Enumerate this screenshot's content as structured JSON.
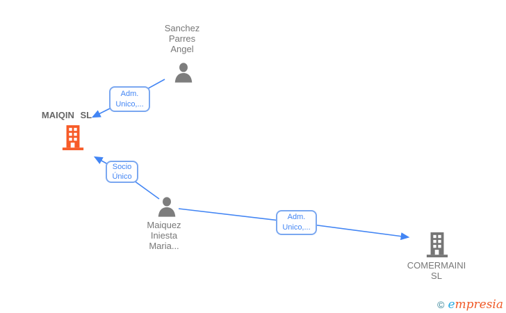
{
  "diagram": {
    "type": "corporate-relationship-graph",
    "nodes": {
      "person_sanchez": {
        "type": "person",
        "label": "Sanchez\nParres\nAngel"
      },
      "company_maiqin": {
        "type": "company",
        "label": "MAIQIN SL",
        "highlighted": true
      },
      "person_maiquez": {
        "type": "person",
        "label": "Maiquez\nIniesta\nMaria..."
      },
      "company_comermaini": {
        "type": "company",
        "label": "COMERMAINI\nSL",
        "highlighted": false
      }
    },
    "edges": [
      {
        "from": "person_sanchez",
        "to": "company_maiqin",
        "label": "Adm.\nUnico,..."
      },
      {
        "from": "person_maiquez",
        "to": "company_maiqin",
        "label": "Socio\nÚnico"
      },
      {
        "from": "person_maiquez",
        "to": "company_comermaini",
        "label": "Adm.\nUnico,..."
      }
    ],
    "colors": {
      "edge_blue": "#4285f4",
      "edge_label_border": "#7aa7f0",
      "person_gray": "#7d7d7d",
      "company_gray": "#757575",
      "text_gray": "#777777",
      "highlight_orange": "#F75B28"
    }
  },
  "footer": {
    "copyright": "©",
    "brand_e": "e",
    "brand_rest": "mpresia"
  }
}
